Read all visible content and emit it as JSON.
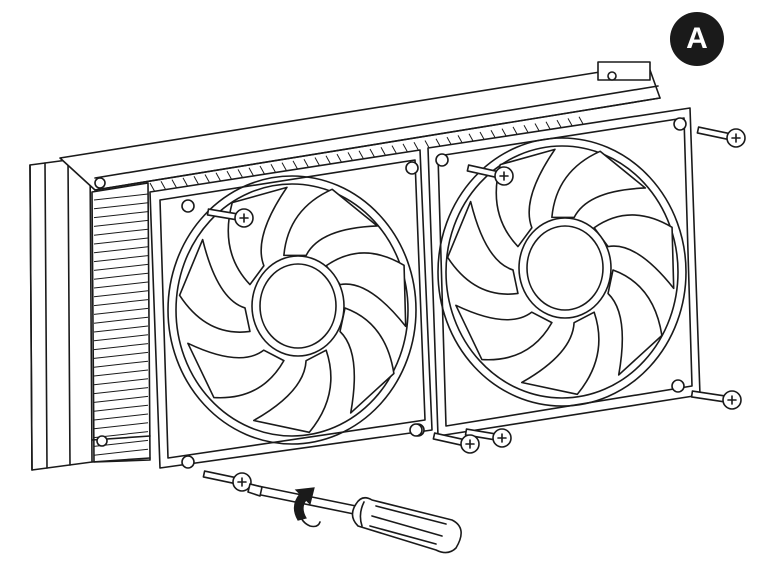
{
  "step_badge": {
    "label": "A",
    "background": "#1a1a1a",
    "foreground": "#ffffff"
  },
  "illustration": {
    "line_color": "#1a1a1a",
    "fan_count": 2,
    "screws_per_fan": 4,
    "tool": "screwdriver",
    "rotation": "clockwise"
  }
}
